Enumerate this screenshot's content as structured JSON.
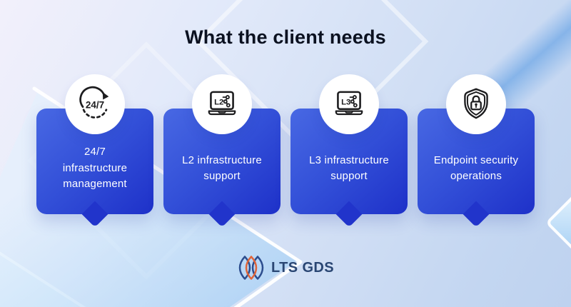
{
  "title": "What the client needs",
  "cards": [
    {
      "id": "24-7-infrastructure-management",
      "icon": "24-7-clock-icon",
      "icon_label": "24/7",
      "line1": "24/7",
      "line2": "infrastructure",
      "line3": "management"
    },
    {
      "id": "l2-infrastructure-support",
      "icon": "laptop-l2-icon",
      "screen_label": "L2",
      "line1": "L2 infrastructure",
      "line2": "support"
    },
    {
      "id": "l3-infrastructure-support",
      "icon": "laptop-l3-icon",
      "screen_label": "L3",
      "line1": "L3 infrastructure",
      "line2": "support"
    },
    {
      "id": "endpoint-security-operations",
      "icon": "shield-lock-icon",
      "line1": "Endpoint security",
      "line2": "operations"
    }
  ],
  "logo": {
    "text": "LTS GDS"
  },
  "colors": {
    "card_gradient_start": "#4868e3",
    "card_gradient_end": "#1e31c9",
    "card_text": "#ffffff",
    "title_text": "#0b1120",
    "icon_stroke": "#1d1d1f",
    "logo_navy": "#2a4673",
    "logo_blue": "#2c4d8e",
    "logo_orange": "#e0653a",
    "background_top_left": "#f2f0fb",
    "background_bottom_right": "#bed2ef",
    "accent_band_blue": "#7fb0e8"
  }
}
